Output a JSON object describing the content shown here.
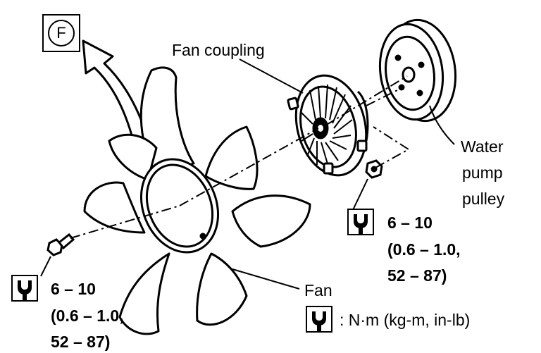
{
  "labels": {
    "front_marker": "F",
    "fan_coupling": "Fan coupling",
    "water_pump_line1": "Water",
    "water_pump_line2": "pump",
    "water_pump_line3": "pulley",
    "fan": "Fan"
  },
  "torque_right": {
    "line1": "6 – 10",
    "line2": "(0.6 – 1.0,",
    "line3": "52 – 87)"
  },
  "torque_left": {
    "line1": "6 – 10",
    "line2": "(0.6 – 1.0,",
    "line3": "52 – 87)"
  },
  "legend": {
    "text": ": N·m (kg-m, in-lb)"
  },
  "icons": {
    "torque": "torque-wrench-icon",
    "front": "front-direction-icon"
  },
  "colors": {
    "ink": "#000000",
    "paper": "#ffffff"
  }
}
